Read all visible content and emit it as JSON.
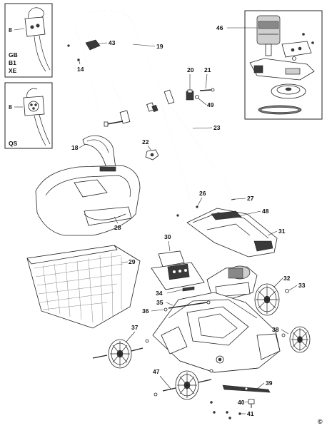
{
  "inset_gb": {
    "part": "8",
    "regions": [
      "GB",
      "B1",
      "XE"
    ]
  },
  "inset_qs": {
    "part": "8",
    "region": "QS"
  },
  "callouts": {
    "p14": "14",
    "p18": "18",
    "p19": "19",
    "p20": "20",
    "p21": "21",
    "p22": "22",
    "p23": "23",
    "p26": "26",
    "p27": "27",
    "p28": "28",
    "p29": "29",
    "p30": "30",
    "p31": "31",
    "p32": "32",
    "p33": "33",
    "p34": "34",
    "p35": "35",
    "p36": "36",
    "p37": "37",
    "p38": "38",
    "p39": "39",
    "p40": "40",
    "p41": "41",
    "p43": "43",
    "p46": "46",
    "p47": "47",
    "p48": "48",
    "p49": "49"
  },
  "copyright": "©"
}
